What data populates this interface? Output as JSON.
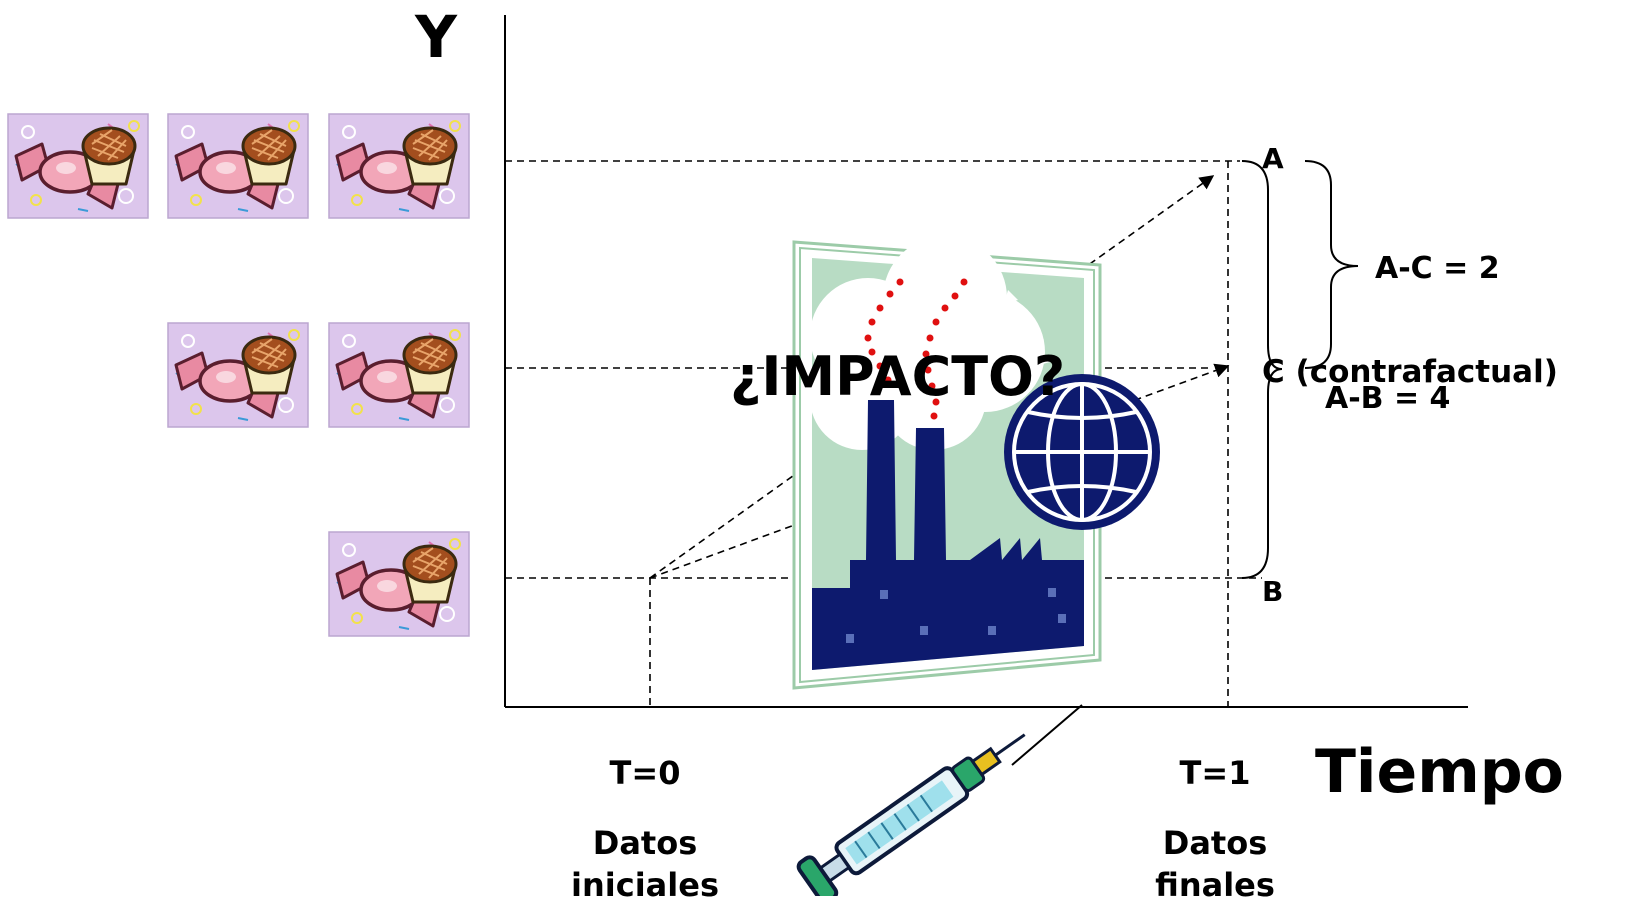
{
  "diagram": {
    "y_axis_label": "Y",
    "x_axis_label": "Tiempo",
    "t0": {
      "label": "T=0",
      "description_line1": "Datos",
      "description_line2": "iniciales"
    },
    "t1": {
      "label": "T=1",
      "description_line1": "Datos",
      "description_line2": "finales"
    },
    "points": {
      "a": "A",
      "b": "B",
      "c": "C (contrafactual)"
    },
    "differences": {
      "a_minus_c": "A-C = 2",
      "a_minus_b": "A-B = 4"
    },
    "impact_question": "¿IMPACTO?",
    "counts": {
      "level_a": 3,
      "level_c": 2,
      "level_b": 1
    },
    "icons": [
      "candy-icon",
      "factory-icon",
      "globe-icon",
      "syringe-icon"
    ],
    "colors": {
      "candy_bg": "#dcc6ec",
      "factory_navy": "#0d1a6e",
      "poster_green": "#b8dcc4",
      "smoke_dots": "#e01010"
    }
  }
}
